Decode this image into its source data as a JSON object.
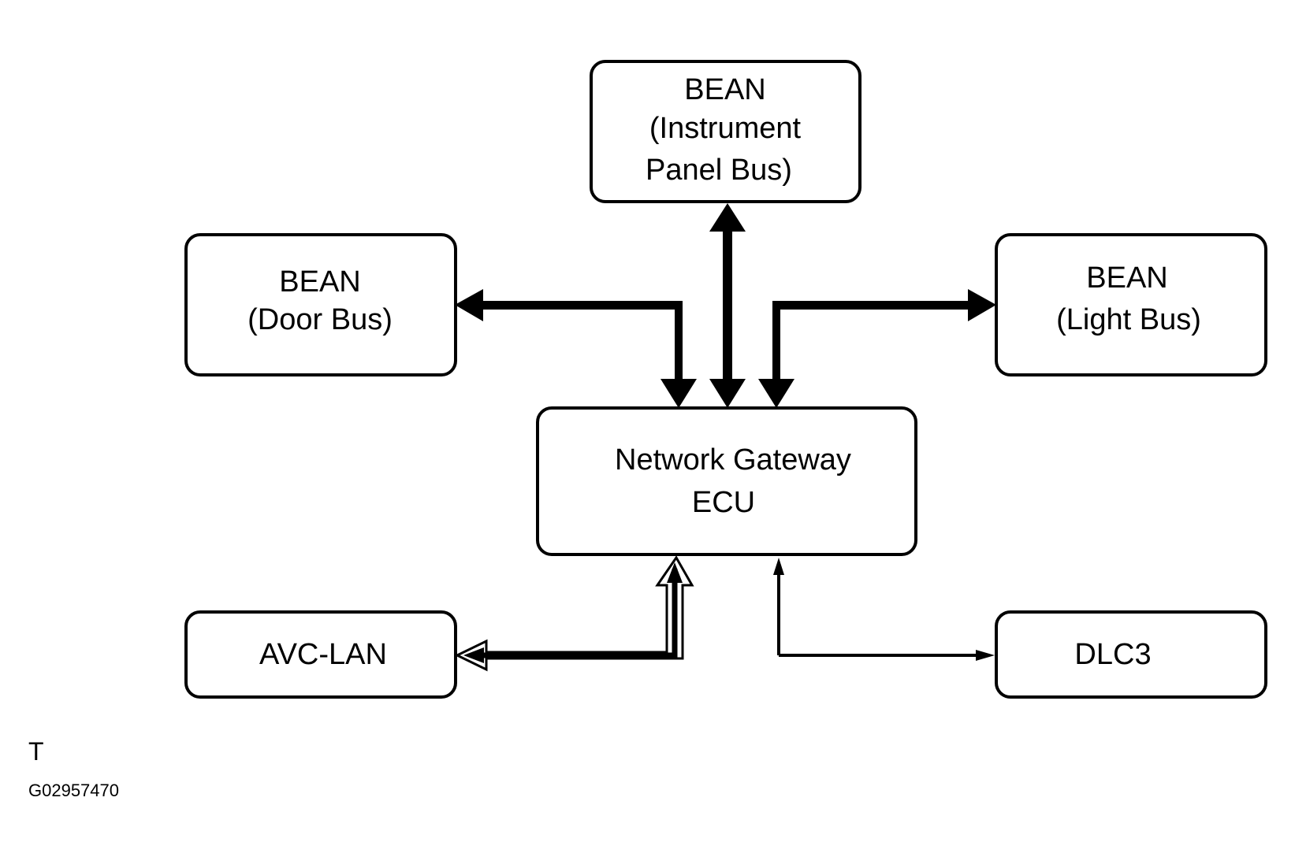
{
  "diagram": {
    "nodes": {
      "instrument_panel": {
        "lines": [
          "BEAN",
          "(Instrument",
          "Panel Bus)"
        ]
      },
      "door": {
        "lines": [
          "BEAN",
          "(Door Bus)"
        ]
      },
      "light": {
        "lines": [
          "BEAN",
          "(Light Bus)"
        ]
      },
      "gateway": {
        "lines": [
          "Network Gateway",
          "ECU"
        ]
      },
      "avc_lan": {
        "lines": [
          "AVC-LAN"
        ]
      },
      "dlc3": {
        "lines": [
          "DLC3"
        ]
      }
    },
    "edges": [
      {
        "from": "gateway",
        "to": "instrument_panel",
        "style": "bold",
        "direction": "bidirectional"
      },
      {
        "from": "gateway",
        "to": "door",
        "style": "bold",
        "direction": "bidirectional"
      },
      {
        "from": "gateway",
        "to": "light",
        "style": "bold",
        "direction": "bidirectional"
      },
      {
        "from": "gateway",
        "to": "avc_lan",
        "style": "double-outline",
        "direction": "bidirectional"
      },
      {
        "from": "gateway",
        "to": "dlc3",
        "style": "thin",
        "direction": "bidirectional"
      }
    ],
    "corner_mark": "T",
    "figure_id": "G02957470"
  }
}
